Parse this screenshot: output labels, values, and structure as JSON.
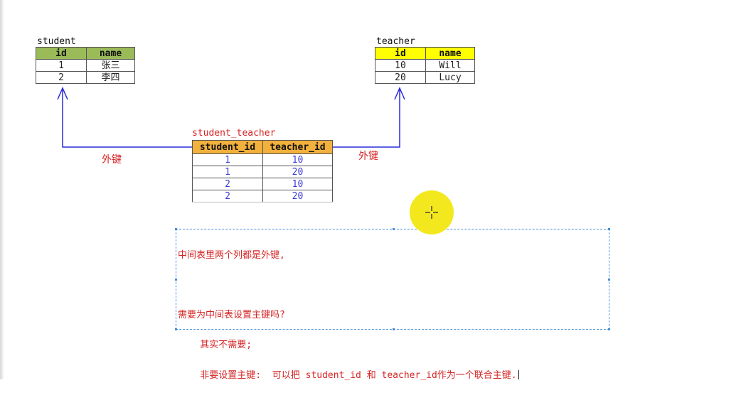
{
  "tables": {
    "student": {
      "caption": "student",
      "columns": [
        "id",
        "name"
      ],
      "rows": [
        [
          "1",
          "张三"
        ],
        [
          "2",
          "李四"
        ]
      ]
    },
    "teacher": {
      "caption": "teacher",
      "columns": [
        "id",
        "name"
      ],
      "rows": [
        [
          "10",
          "Will"
        ],
        [
          "20",
          "Lucy"
        ]
      ]
    },
    "student_teacher": {
      "caption": "student_teacher",
      "columns": [
        "student_id",
        "teacher_id"
      ],
      "rows": [
        [
          "1",
          "10"
        ],
        [
          "1",
          "20"
        ],
        [
          "2",
          "10"
        ],
        [
          "2",
          "20"
        ]
      ]
    }
  },
  "connectors": {
    "left_label": "外键",
    "right_label": "外键",
    "color": "#2b2bd9"
  },
  "note": {
    "lines": [
      "中间表里两个列都是外键,",
      "",
      "需要为中间表设置主键吗?",
      "    其实不需要;",
      "    非要设置主键:  可以把 student_id 和 teacher_id作为一个联合主键."
    ]
  },
  "colors": {
    "student_header": "#9bbb59",
    "teacher_header": "#ffff00",
    "link_header": "#f2b13c",
    "annotation_red": "#d62424",
    "cursor_highlight": "#f3e81d"
  }
}
